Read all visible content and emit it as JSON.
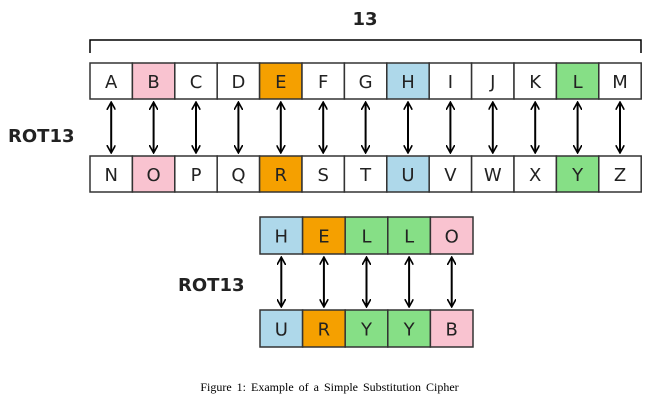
{
  "shift_label": "13",
  "rot_label": "ROT13",
  "alphabet_top": [
    "A",
    "B",
    "C",
    "D",
    "E",
    "F",
    "G",
    "H",
    "I",
    "J",
    "K",
    "L",
    "M"
  ],
  "alphabet_bottom": [
    "N",
    "O",
    "P",
    "Q",
    "R",
    "S",
    "T",
    "U",
    "V",
    "W",
    "X",
    "Y",
    "Z"
  ],
  "alphabet_colors": [
    "#ffffff",
    "#f9c3d0",
    "#ffffff",
    "#ffffff",
    "#f5a000",
    "#ffffff",
    "#ffffff",
    "#aed8ea",
    "#ffffff",
    "#ffffff",
    "#ffffff",
    "#86df86",
    "#ffffff"
  ],
  "word_plain": [
    "H",
    "E",
    "L",
    "L",
    "O"
  ],
  "word_cipher": [
    "U",
    "R",
    "Y",
    "Y",
    "B"
  ],
  "word_colors": [
    "#aed8ea",
    "#f5a000",
    "#86df86",
    "#86df86",
    "#f9c3d0"
  ],
  "caption": "Figure 1: Example of a Simple Substitution Cipher"
}
